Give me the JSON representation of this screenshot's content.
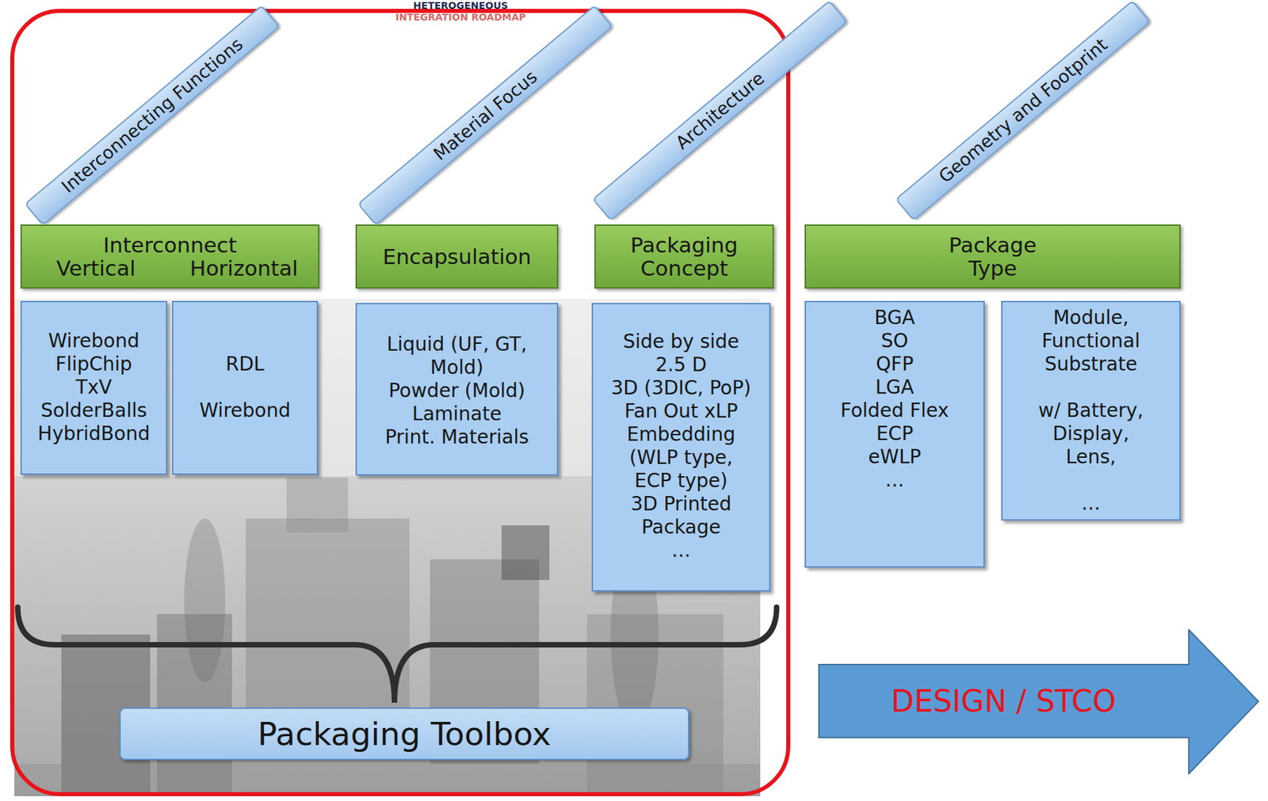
{
  "diagram": {
    "nodes": [
      {
        "text": [
          "Interconnecting Functions"
        ]
      },
      {
        "text": [
          "Material Focus"
        ]
      },
      {
        "text": [
          "Architecture"
        ]
      },
      {
        "text": [
          "Geometry and Footprint"
        ]
      },
      {
        "text": [
          "Interconnect",
          "Vertical",
          "Horizontal"
        ]
      },
      {
        "text": [
          "Encapsulation"
        ]
      },
      {
        "text": [
          "Packaging Concept"
        ]
      },
      {
        "text": [
          "Package Type"
        ]
      },
      {
        "text": [
          "Wirebond",
          "FlipChip",
          "TxV",
          "SolderBalls",
          "HybridBond"
        ]
      },
      {
        "text": [
          "RDL",
          "Wirebond"
        ]
      },
      {
        "text": [
          "Liquid  (UF, GT, Mold)",
          "Powder (Mold)",
          "Laminate",
          "Print. Materials"
        ]
      },
      {
        "text": [
          "Side by side",
          "2.5 D",
          "3D (3DIC, PoP)",
          "Fan Out xLP",
          "Embedding (WLP type, ECP type)",
          "3D Printed Package",
          "…"
        ]
      },
      {
        "text": [
          "BGA",
          "SO",
          "QFP",
          "LGA",
          "Folded Flex",
          "ECP",
          "eWLP",
          "…"
        ]
      },
      {
        "text": [
          "Module, Functional Substrate",
          "w/ Battery, Display, Lens,",
          "…"
        ]
      },
      {
        "text": [
          "Packaging Toolbox"
        ]
      },
      {
        "text": [
          "DESIGN / STCO"
        ]
      }
    ],
    "labels": [
      "HETEROGENEOUS",
      "INTEGRATION ROADMAP"
    ]
  }
}
